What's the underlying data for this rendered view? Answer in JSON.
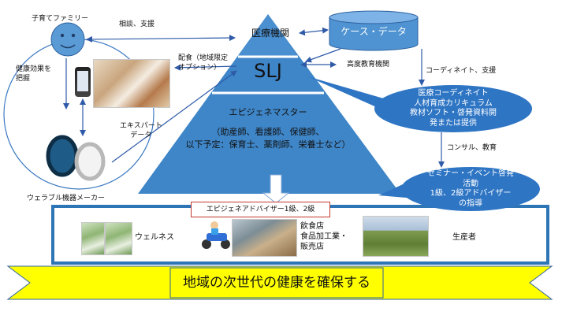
{
  "family": {
    "label": "子育てファミリー",
    "effect_label": "健康効果を\n把握"
  },
  "edges": {
    "consult": "相談、支援",
    "delivery": "配食（地域限定\nオプション）",
    "expert_data": "エキスパート\nデータ",
    "coordinate": "コーディネイト、支援",
    "consult_edu": "コンサル、教育",
    "higher_edu": "高度教育機関"
  },
  "pyramid": {
    "top": "医療機関",
    "middle": "SLJ",
    "bottom_title": "エピジェネマスター",
    "bottom_detail": "（助産師、看護師、保健師、\n以下予定：保育士、薬剤師、栄養士など）"
  },
  "case_data": "ケース・データ",
  "bubbles": {
    "coordinate": "医療コーディネイト\n人材育成カリキュラム\n教材ソフト・啓発資料開\n発または提供",
    "seminar": "セミナー・イベント啓発\n活動\n1級、2級アドバイザー\nの指導"
  },
  "wearable_label": "ウェラブル機器メーカー",
  "advisor_label": "エピジェネアドバイザー1級、2級",
  "bottom_row": {
    "wellness": "ウェルネス",
    "food": "飲食店\n食品加工業・\n販売店",
    "producer": "生産者"
  },
  "banner": "地域の次世代の健康を確保する",
  "colors": {
    "pyramid": "#3a7fc1",
    "bubble": "#2e75c4",
    "box_border": "#2e75b6",
    "banner": "#ffff00"
  }
}
